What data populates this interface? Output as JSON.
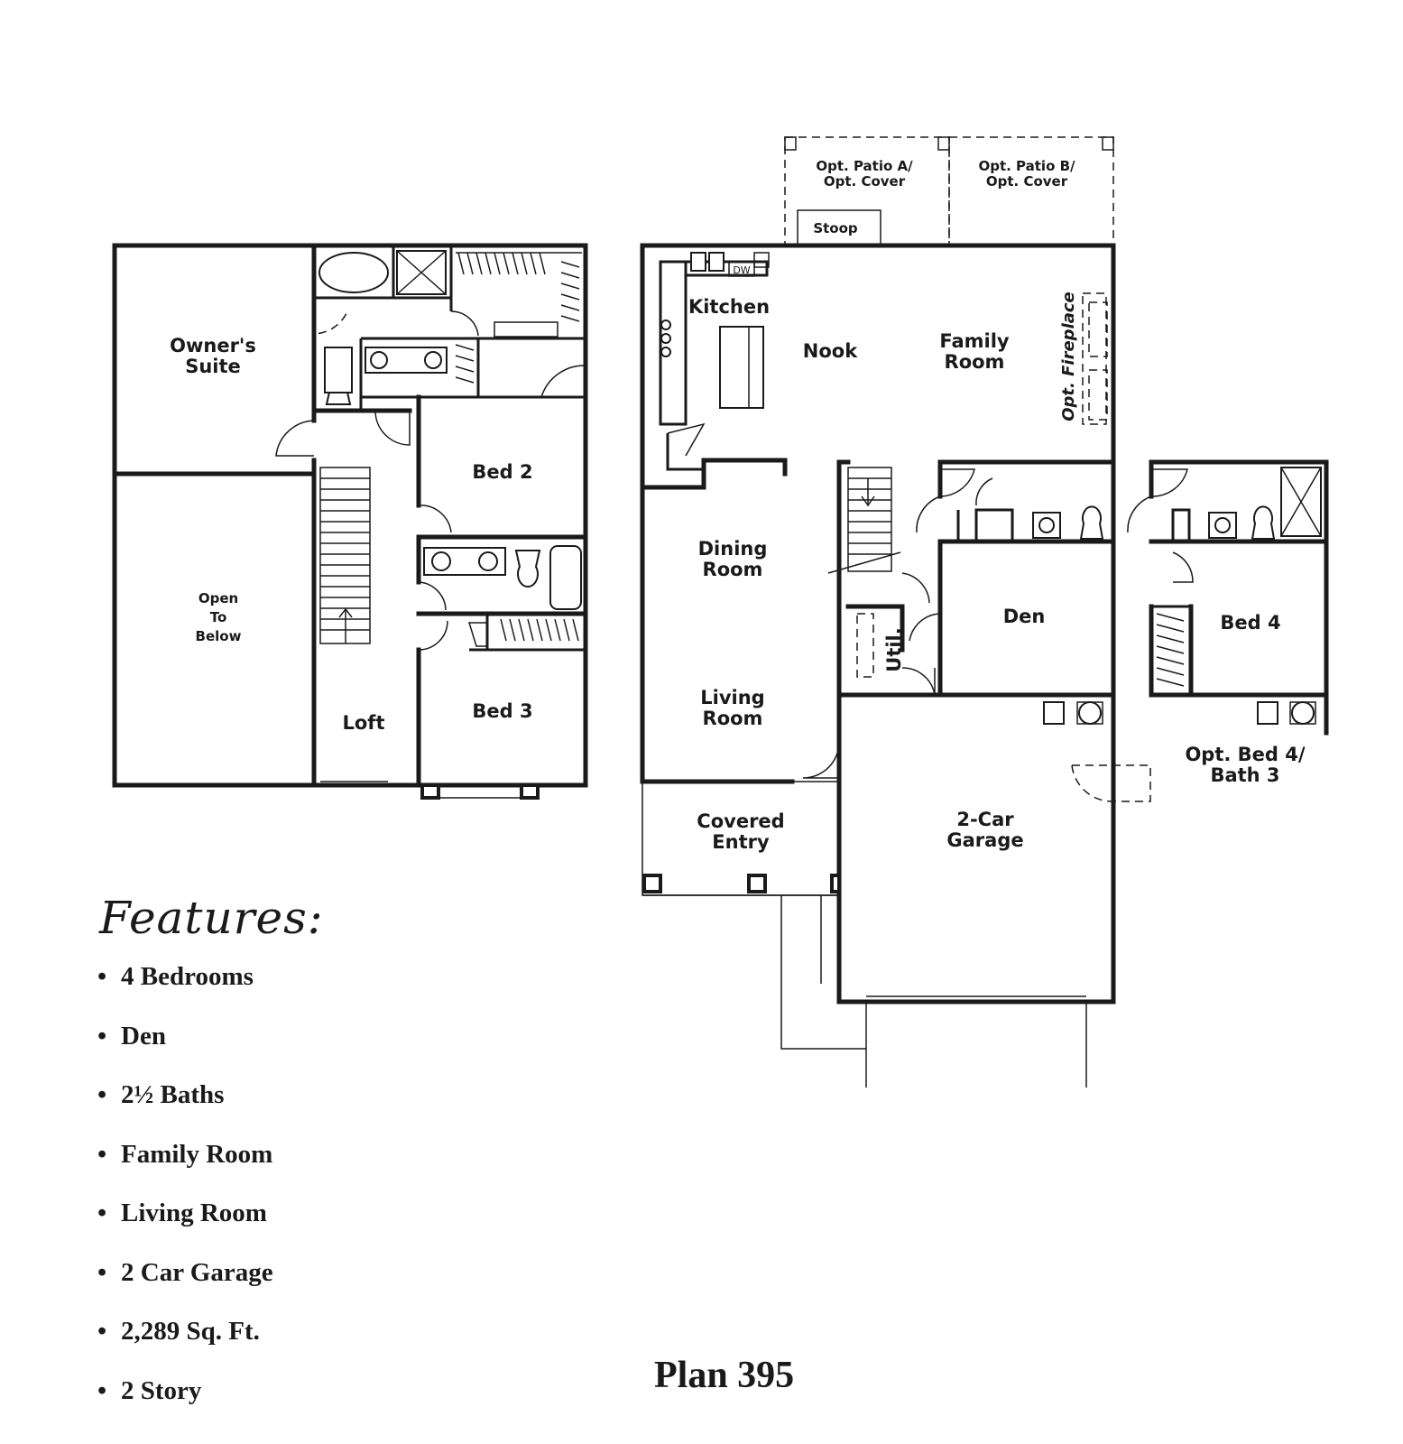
{
  "rooms": {
    "owners_suite": [
      "Owner's",
      "Suite"
    ],
    "open_to_below": [
      "Open",
      "To",
      "Below"
    ],
    "bed_2": "Bed 2",
    "bed_3": "Bed 3",
    "loft": "Loft",
    "opt_patio_a": [
      "Opt. Patio A/",
      "Opt. Cover"
    ],
    "opt_patio_b": [
      "Opt. Patio B/",
      "Opt. Cover"
    ],
    "stoop": "Stoop",
    "dw": "DW",
    "kitchen": "Kitchen",
    "nook": "Nook",
    "family_room": [
      "Family",
      "Room"
    ],
    "opt_fireplace": "Opt. Fireplace",
    "dining_room": [
      "Dining",
      "Room"
    ],
    "living_room": [
      "Living",
      "Room"
    ],
    "den": "Den",
    "util": "Util.",
    "garage": [
      "2-Car",
      "Garage"
    ],
    "covered_entry": [
      "Covered",
      "Entry"
    ],
    "bed_4": "Bed 4",
    "opt_bed4_bath3": [
      "Opt. Bed 4/",
      "Bath 3"
    ]
  },
  "features": {
    "title": "Features:",
    "items": [
      "4 Bedrooms",
      "Den",
      "2½ Baths",
      "Family Room",
      "Living Room",
      "2 Car Garage",
      "2,289 Sq. Ft.",
      "2 Story"
    ]
  },
  "plan_name": "Plan 395"
}
